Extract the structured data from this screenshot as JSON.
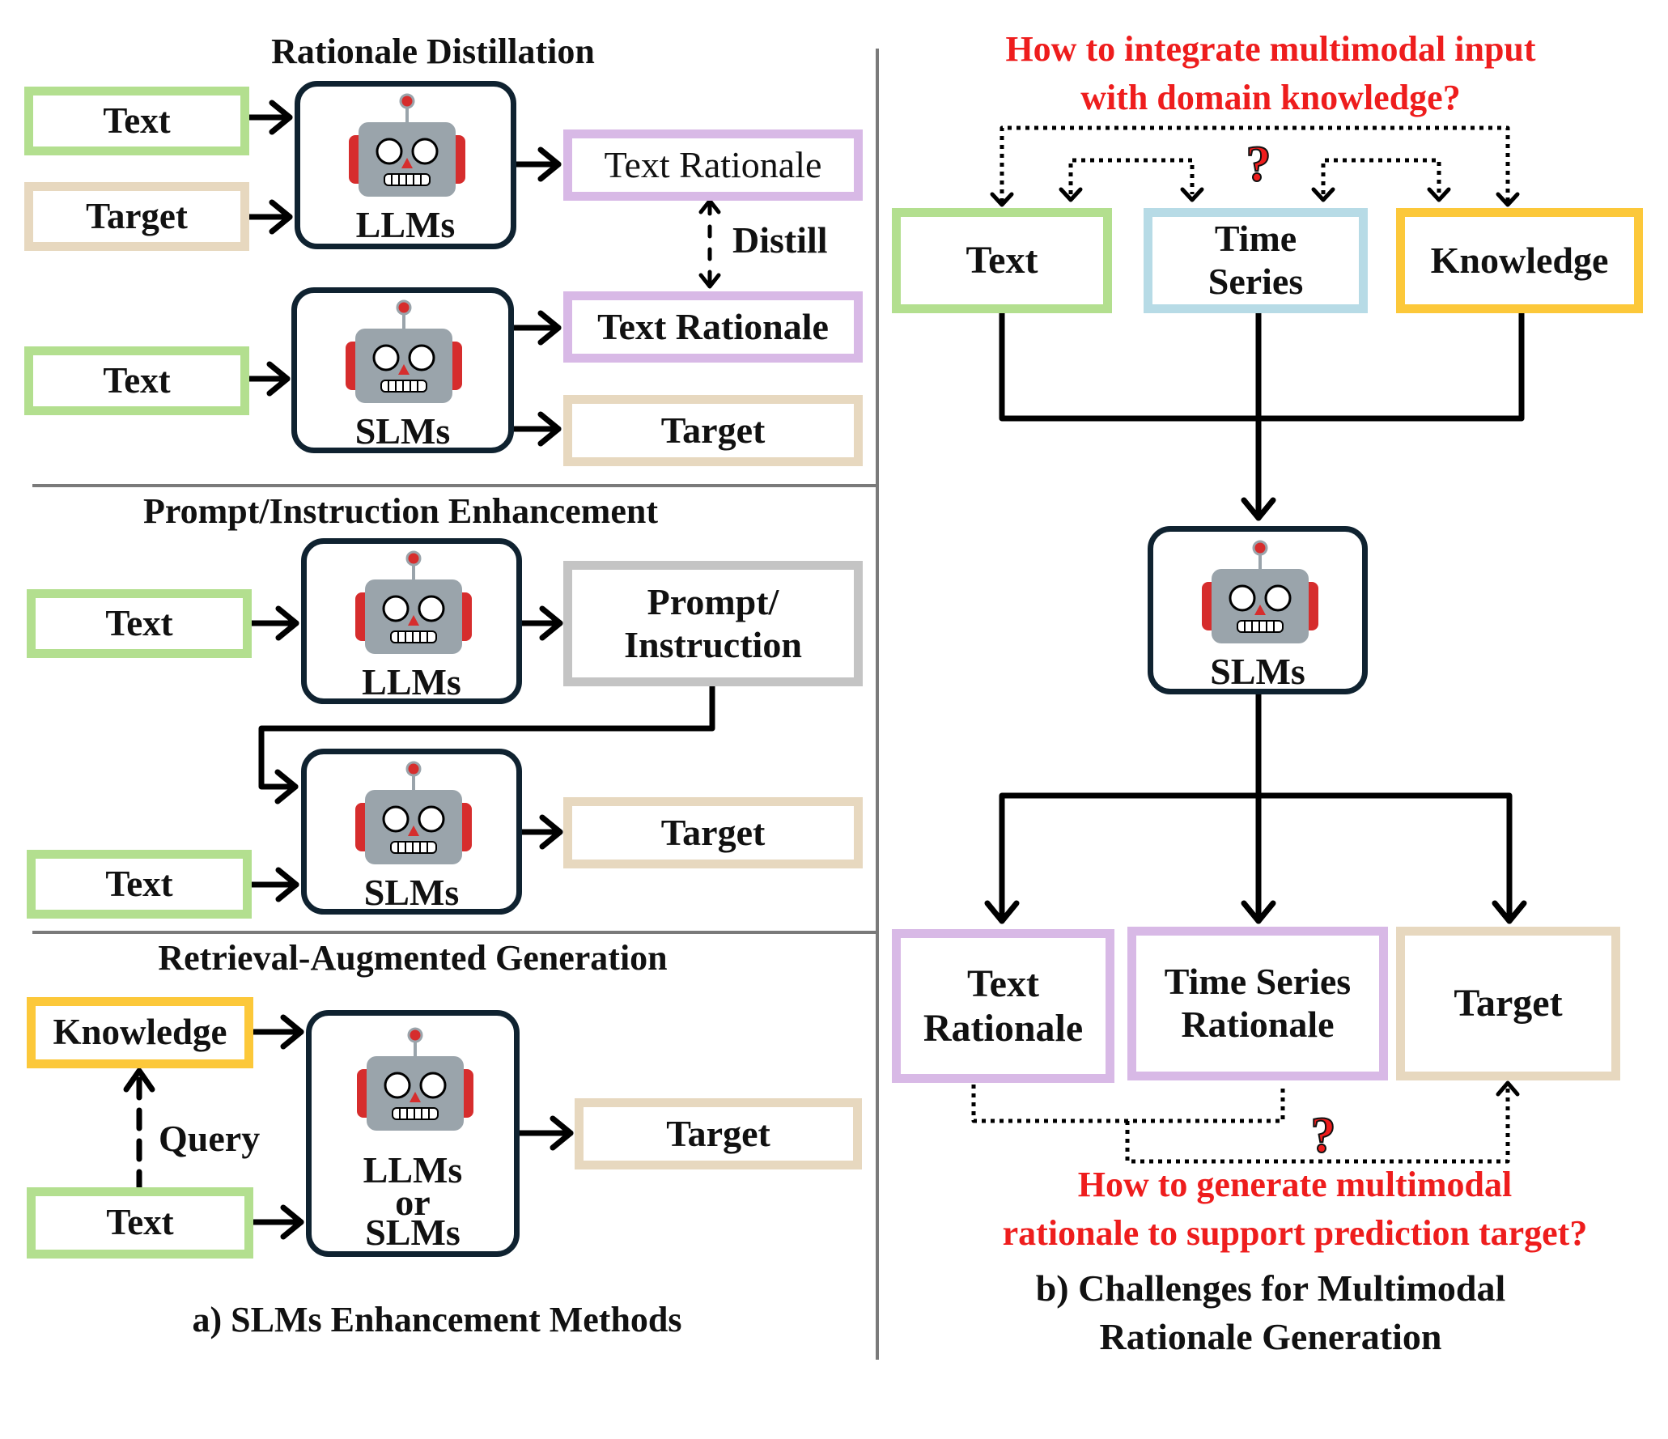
{
  "panel_a": {
    "caption": "a) SLMs Enhancement Methods",
    "rationale_distillation": {
      "title": "Rationale Distillation",
      "text_input": "Text",
      "target_input": "Target",
      "llm_label": "LLMs",
      "llm_output": "Text Rationale",
      "distill_label": "Distill",
      "text_input_2": "Text",
      "slm_label": "SLMs",
      "slm_output_rationale": "Text Rationale",
      "slm_output_target": "Target"
    },
    "prompt_enhancement": {
      "title": "Prompt/Instruction Enhancement",
      "text_input": "Text",
      "llm_label": "LLMs",
      "prompt_box_line1": "Prompt/",
      "prompt_box_line2": "Instruction",
      "text_input_2": "Text",
      "slm_label": "SLMs",
      "slm_output": "Target"
    },
    "rag": {
      "title": "Retrieval-Augmented Generation",
      "knowledge": "Knowledge",
      "query_label": "Query",
      "text_input": "Text",
      "model_line1": "LLMs",
      "model_line2": "or",
      "model_line3": "SLMs",
      "output": "Target"
    }
  },
  "panel_b": {
    "question_top_line1": "How to integrate multimodal input",
    "question_top_line2": "with domain knowledge?",
    "question_mark": "?",
    "input_text": "Text",
    "input_ts_line1": "Time",
    "input_ts_line2": "Series",
    "input_knowledge": "Knowledge",
    "model_label": "SLMs",
    "output_text_line1": "Text",
    "output_text_line2": "Rationale",
    "output_ts_line1": "Time Series",
    "output_ts_line2": "Rationale",
    "output_target": "Target",
    "question_bottom_line1": "How to generate multimodal",
    "question_bottom_line2": "rationale to support prediction target?",
    "caption_line1": "b) Challenges for Multimodal",
    "caption_line2": "Rationale Generation"
  }
}
